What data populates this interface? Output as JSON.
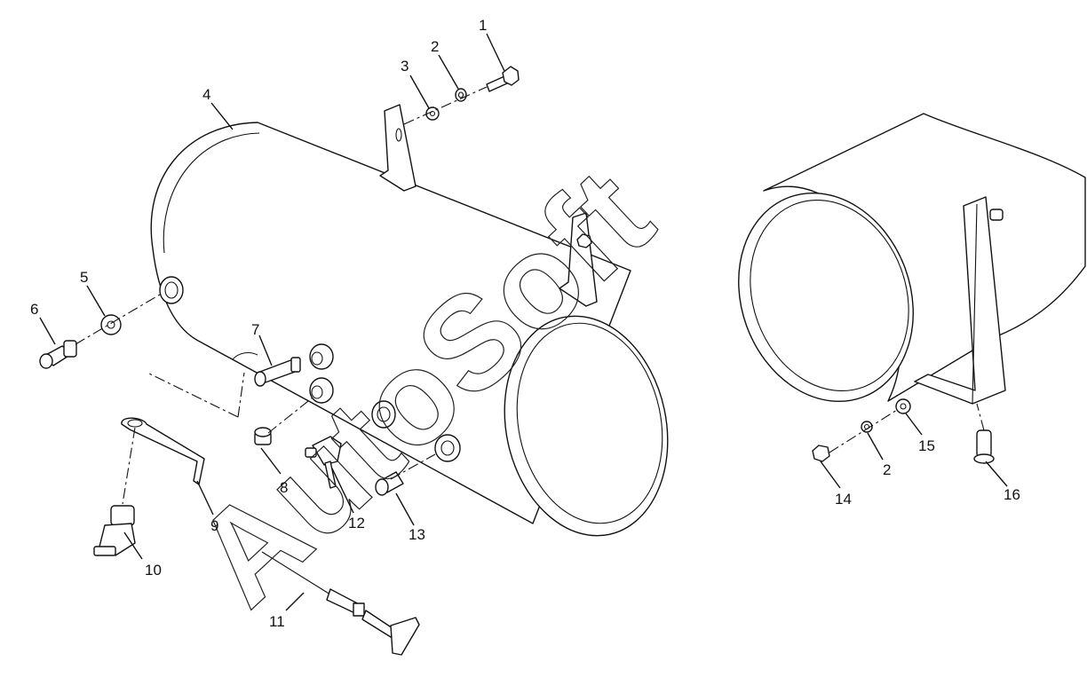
{
  "diagram": {
    "callouts": [
      {
        "id": "c1",
        "label": "1"
      },
      {
        "id": "c2a",
        "label": "2"
      },
      {
        "id": "c3",
        "label": "3"
      },
      {
        "id": "c4",
        "label": "4"
      },
      {
        "id": "c5",
        "label": "5"
      },
      {
        "id": "c6",
        "label": "6"
      },
      {
        "id": "c7",
        "label": "7"
      },
      {
        "id": "c8",
        "label": "8"
      },
      {
        "id": "c9",
        "label": "9"
      },
      {
        "id": "c10",
        "label": "10"
      },
      {
        "id": "c11",
        "label": "11"
      },
      {
        "id": "c12",
        "label": "12"
      },
      {
        "id": "c13",
        "label": "13"
      },
      {
        "id": "c14",
        "label": "14"
      },
      {
        "id": "c2b",
        "label": "2"
      },
      {
        "id": "c15",
        "label": "15"
      },
      {
        "id": "c16",
        "label": "16"
      }
    ],
    "watermark": "AutoSoft"
  }
}
